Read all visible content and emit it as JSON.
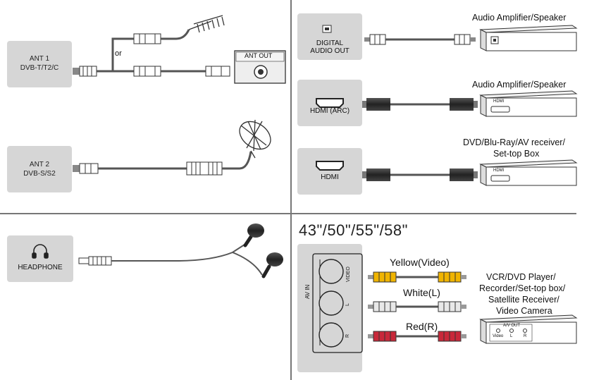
{
  "ant1": {
    "line1": "ANT 1",
    "line2": "DVB-T/T2/C",
    "or": "or",
    "ant_out": "ANT OUT"
  },
  "ant2": {
    "line1": "ANT 2",
    "line2": "DVB-S/S2"
  },
  "headphone": {
    "label": "HEADPHONE"
  },
  "digital_audio": {
    "line1": "DIGITAL",
    "line2": "AUDIO OUT",
    "device": "Audio Amplifier/Speaker"
  },
  "hdmi_arc": {
    "label": "HDMI (ARC)",
    "device": "Audio Amplifier/Speaker",
    "port": "HDMI"
  },
  "hdmi": {
    "label": "HDMI",
    "device_line1": "DVD/Blu-Ray/AV receiver/",
    "device_line2": "Set-top Box",
    "port": "HDMI"
  },
  "av": {
    "sizes": "43\"/50\"/55\"/58\"",
    "panel_label": "AV IN",
    "jack_video": "VIDEO",
    "jack_l": "L",
    "jack_r": "R",
    "cable_yellow": "Yellow(Video)",
    "cable_white": "White(L)",
    "cable_red": "Red(R)",
    "device_line1": "VCR/DVD Player/",
    "device_line2": "Recorder/Set-top box/",
    "device_line3": "Satellite Receiver/",
    "device_line4": "Video Camera",
    "av_out": "A/V OUT",
    "out_video": "Video",
    "out_l": "L",
    "out_r": "R"
  },
  "colors": {
    "panel": "#d6d6d6",
    "yellow": "#f0b400",
    "white": "#e8e8e8",
    "red": "#c8283a",
    "line": "#777777"
  }
}
